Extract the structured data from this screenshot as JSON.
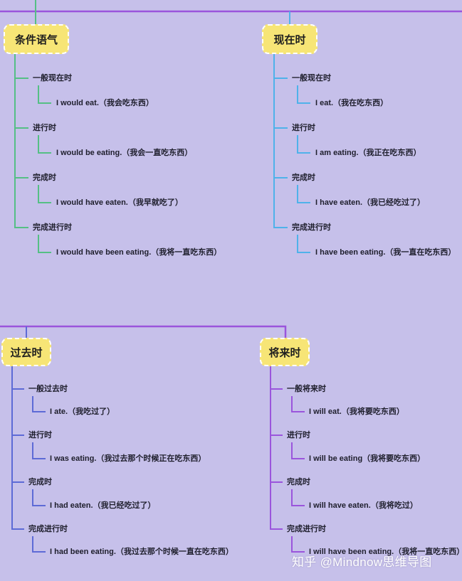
{
  "colors": {
    "background": "#c6c0ea",
    "topic_fill": "#f7e576",
    "green": "#55bf85",
    "blue": "#4fb2ea",
    "indigo": "#5d6ad6",
    "purple": "#9a55dc"
  },
  "groups": [
    {
      "id": "conditional",
      "topic": "条件语气",
      "color": "#55bf85",
      "items": [
        {
          "label": "一般现在时",
          "example": "I would eat.（我会吃东西）"
        },
        {
          "label": "进行时",
          "example": "I would be eating.（我会一直吃东西）"
        },
        {
          "label": "完成时",
          "example": "I would have eaten.（我早就吃了）"
        },
        {
          "label": "完成进行时",
          "example": "I would have been eating.（我将一直吃东西）"
        }
      ]
    },
    {
      "id": "present",
      "topic": "现在时",
      "color": "#4fb2ea",
      "items": [
        {
          "label": "一般现在时",
          "example": "I eat.（我在吃东西）"
        },
        {
          "label": "进行时",
          "example": "I am eating.（我正在吃东西）"
        },
        {
          "label": "完成时",
          "example": "I have eaten.（我已经吃过了）"
        },
        {
          "label": "完成进行时",
          "example": "I have been eating.（我一直在吃东西）"
        }
      ]
    },
    {
      "id": "past",
      "topic": "过去时",
      "color": "#5d6ad6",
      "items": [
        {
          "label": "一般过去时",
          "example": "I ate.（我吃过了）"
        },
        {
          "label": "进行时",
          "example": "I was eating.（我过去那个时候正在吃东西）"
        },
        {
          "label": "完成时",
          "example": "I had eaten.（我已经吃过了）"
        },
        {
          "label": "完成进行时",
          "example": "I had been eating.（我过去那个时候一直在吃东西）"
        }
      ]
    },
    {
      "id": "future",
      "topic": "将来时",
      "color": "#9a55dc",
      "items": [
        {
          "label": "一般将来时",
          "example": "I will eat.（我将要吃东西）"
        },
        {
          "label": "进行时",
          "example": "I will be eating（我将要吃东西）"
        },
        {
          "label": "完成时",
          "example": "I will have eaten.（我将吃过）"
        },
        {
          "label": "完成进行时",
          "example": "I will have been eating.（我将一直吃东西）"
        }
      ]
    }
  ],
  "watermark": "知乎 @Mindnow思维导图"
}
